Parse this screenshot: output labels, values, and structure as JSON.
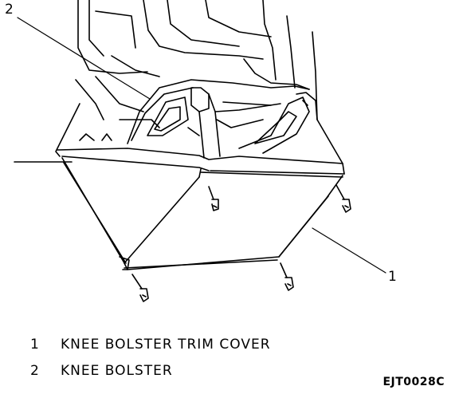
{
  "callouts": [
    {
      "number": "2",
      "refers_to": "KNEE BOLSTER"
    },
    {
      "number": "1",
      "refers_to": "KNEE BOLSTER TRIM COVER"
    }
  ],
  "legend": [
    {
      "number": "1",
      "label": "KNEE BOLSTER TRIM COVER"
    },
    {
      "number": "2",
      "label": "KNEE BOLSTER"
    }
  ],
  "figure_code": "EJT0028C",
  "colors": {
    "ink": "#000000",
    "paper": "#ffffff"
  }
}
